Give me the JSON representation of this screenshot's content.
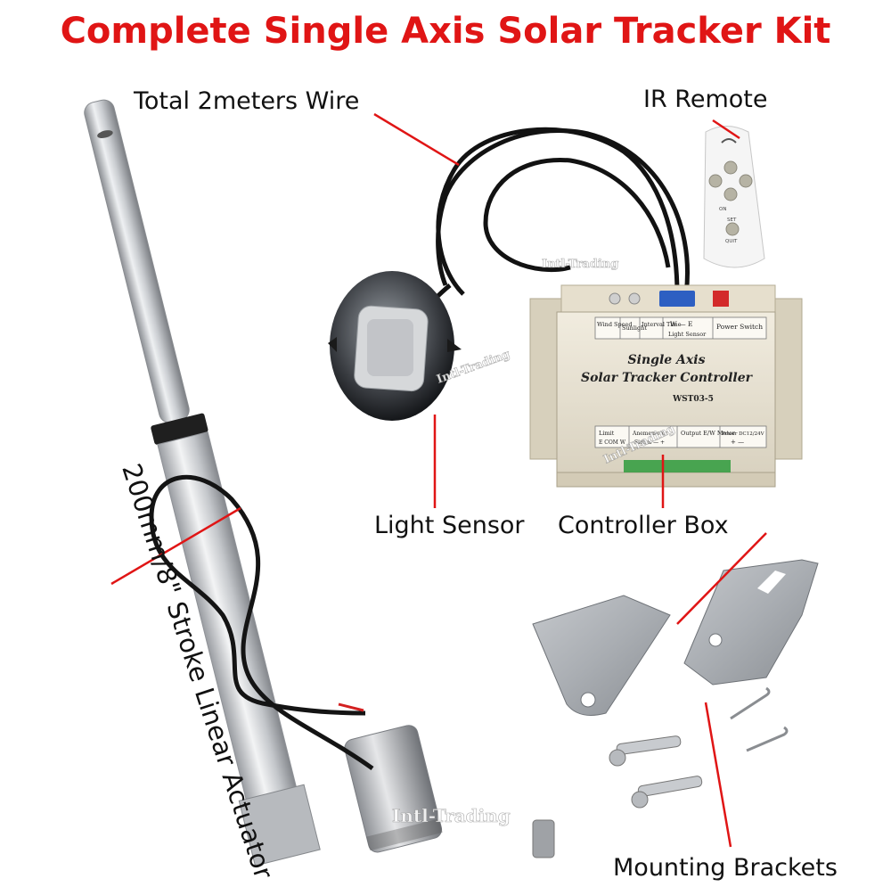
{
  "title": "Complete Single Axis Solar Tracker Kit",
  "labels": {
    "wire": "Total 2meters Wire",
    "remote": "IR Remote",
    "sensor": "Light Sensor",
    "controller": "Controller Box",
    "brackets": "Mounting Brackets",
    "stroke": "200mm/8\"  Stroke Linear Actuator"
  },
  "controller": {
    "line1": "Single Axis",
    "line2": "Solar Tracker Controller",
    "model": "WST03-5",
    "top_terminals": [
      "Wind Speed",
      "Sunlight",
      "Interval Time",
      "W — E",
      "Light Sensor",
      "Power Switch"
    ],
    "bottom_terminals": [
      "Limit",
      "E COM W",
      "Anemometer",
      "Signal — +",
      "Output E/W Motor",
      "Power DC12/24V",
      "+ —"
    ]
  },
  "remote": {
    "buttons": [
      "ON",
      "SET",
      "QUIT"
    ]
  },
  "watermark": "Intl-Trading",
  "colors": {
    "title": "#e01515",
    "leader_lines": "#e01515",
    "label_text": "#111111"
  }
}
